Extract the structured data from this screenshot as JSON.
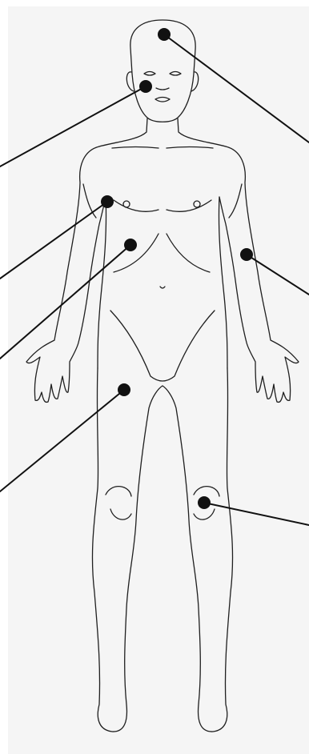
{
  "diagram": {
    "panel_color": "#f5f5f5",
    "outline_color": "#1f1f1f",
    "marker_color": "#111111",
    "leader_color": "#111111"
  },
  "markers": [
    {
      "name": "head-marker"
    },
    {
      "name": "ear-marker"
    },
    {
      "name": "chest-marker"
    },
    {
      "name": "abdomen-marker"
    },
    {
      "name": "arm-marker"
    },
    {
      "name": "thigh-marker"
    },
    {
      "name": "knee-marker"
    }
  ]
}
